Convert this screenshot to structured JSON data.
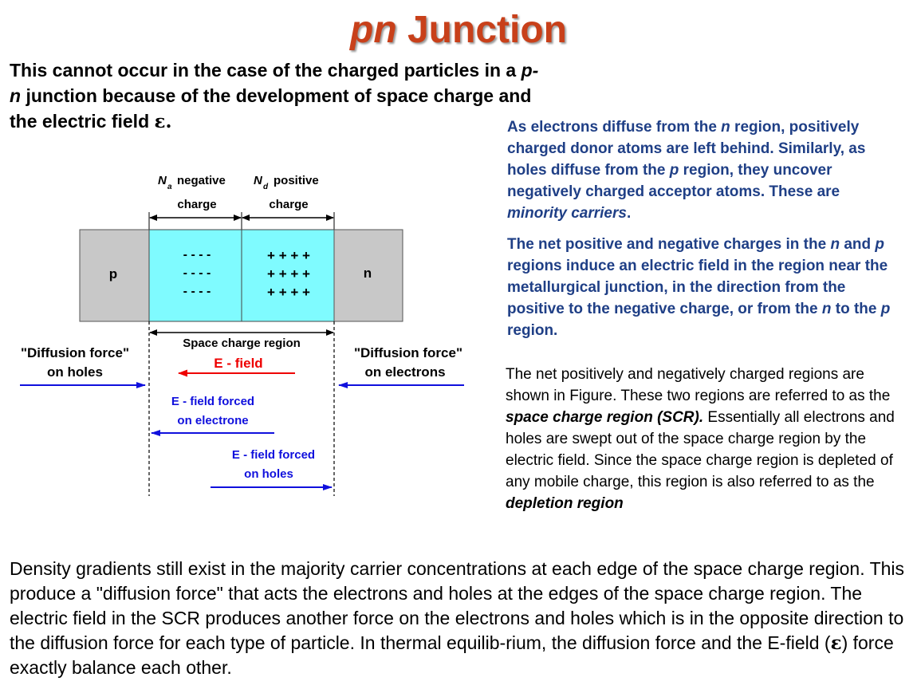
{
  "title": {
    "italic": "pn",
    "rest": "Junction"
  },
  "intro": {
    "t1": "This cannot occur in the case of the charged particles in a ",
    "t2": "p-n",
    "t3": " junction because of the development of space charge and the electric field ",
    "t4": "ε."
  },
  "right_blue_1": {
    "t1": "As electrons diffuse from the ",
    "t2": "n",
    "t3": " region, positively charged donor atoms are left behind. Similarly, as holes diffuse from the ",
    "t4": "p",
    "t5": " region, they uncover negatively charged acceptor atoms. These are ",
    "t6": "minority carriers",
    "t7": "."
  },
  "right_blue_2": {
    "t1": "The net positive and negative charges in the ",
    "t2": "n",
    "t3": " and ",
    "t4": "p",
    "t5": " regions induce an electric field in the region near the metallurgical junction, in the direction from the positive to the negative charge, or from the ",
    "t6": "n",
    "t7": " to the ",
    "t8": "p",
    "t9": " region."
  },
  "right_scr": {
    "t1": "The net positively and negatively charged regions are shown in Figure. These two regions are referred to as the ",
    "t2": "space charge region (SCR).",
    "t3": " Essentially all electrons and holes are swept out of the space charge region by the electric field. Since the space charge region is depleted of any mobile charge, this region is also referred to as the ",
    "t4": "depletion region"
  },
  "bottom": {
    "t1": "Density gradients still exist in the majority carrier concentrations at each edge of the space charge region. This produce a \"diffusion force\" that acts the electrons and holes at the edges of the space charge region. The electric field in the SCR produces another force on the electrons and holes which is in the opposite direction to the diffusion force for each type of particle. In thermal equilib-rium, the diffusion force and the E-field (",
    "t2": "ε",
    "t3": ") force exactly balance each other."
  },
  "diagram": {
    "na_symbol": "N",
    "na_sub": "a",
    "na_label": "negative",
    "na_charge": "charge",
    "nd_symbol": "N",
    "nd_sub": "d",
    "nd_label": "positive",
    "nd_charge": "charge",
    "p_label": "p",
    "n_label": "n",
    "minus_row": "- - - -",
    "plus_row": "+ + + +",
    "scr_label": "Space charge region",
    "diff_holes_1": "\"Diffusion force\"",
    "diff_holes_2": "on holes",
    "diff_elec_1": "\"Diffusion force\"",
    "diff_elec_2": "on electrons",
    "efield": "E - field",
    "efield_elec_1": "E - field forced",
    "efield_elec_2": "on electrone",
    "efield_holes_1": "E - field forced",
    "efield_holes_2": "on holes"
  },
  "colors": {
    "title": "#c8401a",
    "blue_text": "#1f3f86",
    "depletion": "#7ffbff",
    "bulk": "#c8c8c8",
    "efield_red": "#ee0000",
    "arrow_blue": "#1010dd"
  }
}
